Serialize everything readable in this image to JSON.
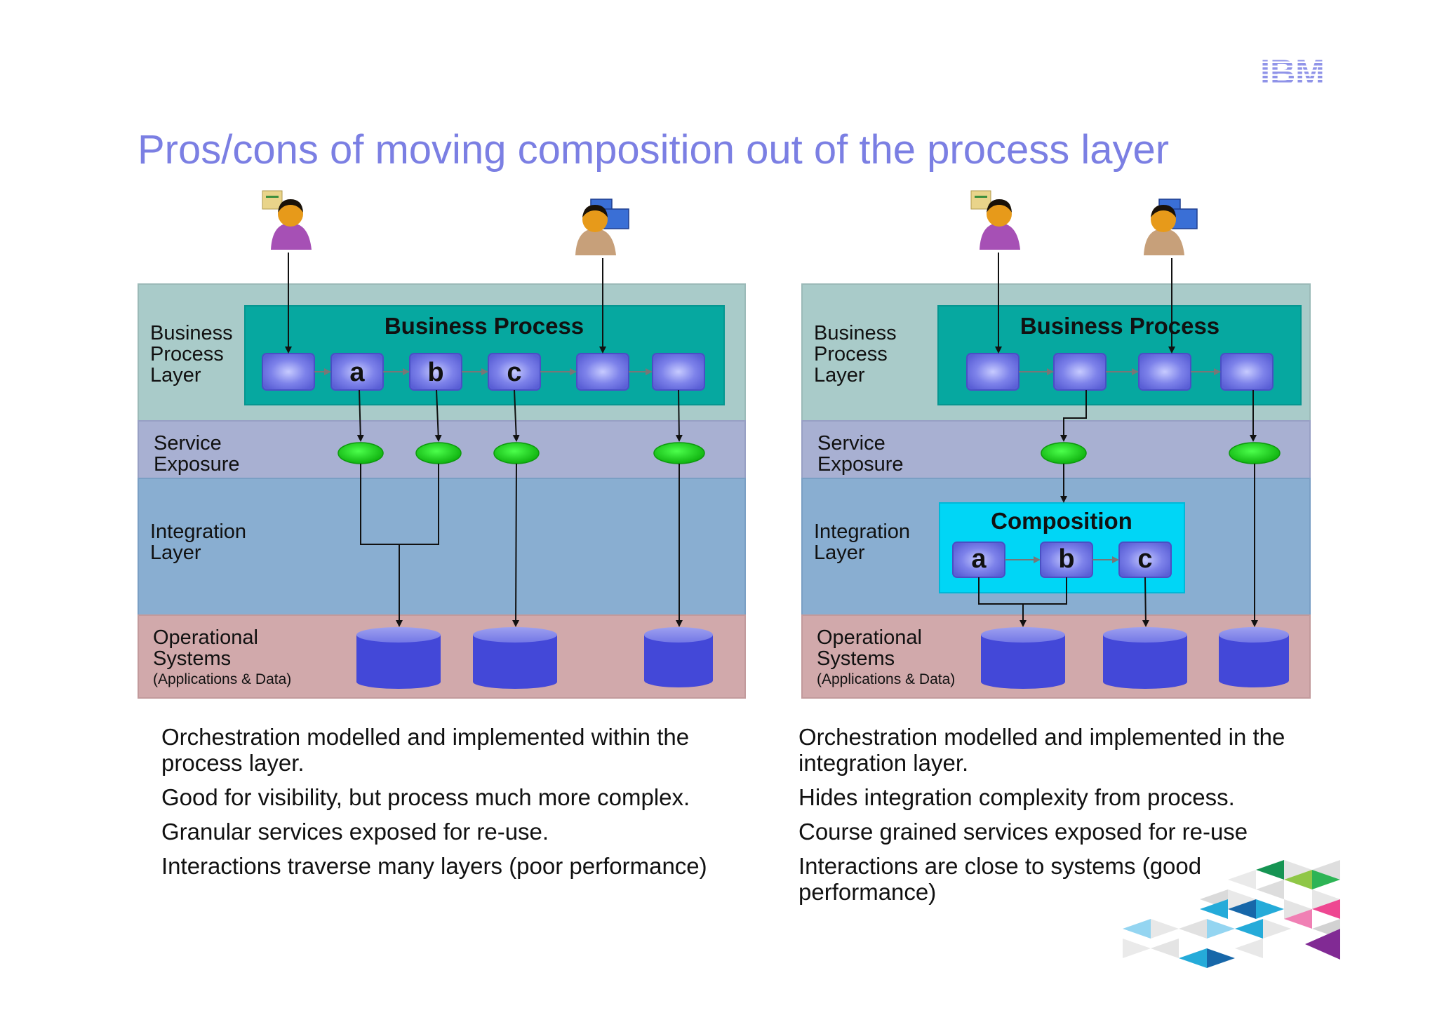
{
  "slide": {
    "title": "Pros/cons of moving composition out of the process layer",
    "logo_text": "IBM"
  },
  "left": {
    "layers": {
      "process": [
        "Business",
        "Process",
        "Layer"
      ],
      "service": [
        "Service",
        "Exposure"
      ],
      "integration": [
        "Integration",
        "Layer"
      ],
      "operational": [
        "Operational",
        "Systems"
      ],
      "operational_sub": "(Applications & Data)"
    },
    "process_box_title": "Business Process",
    "nodes": [
      "a",
      "b",
      "c"
    ],
    "bullets": [
      "Orchestration modelled and implemented within the process layer.",
      "Good for visibility, but process much more complex.",
      "Granular services exposed for re-use.",
      "Interactions traverse many layers (poor performance)"
    ]
  },
  "right": {
    "layers": {
      "process": [
        "Business",
        "Process",
        "Layer"
      ],
      "service": [
        "Service",
        "Exposure"
      ],
      "integration": [
        "Integration",
        "Layer"
      ],
      "operational": [
        "Operational",
        "Systems"
      ],
      "operational_sub": "(Applications & Data)"
    },
    "process_box_title": "Business Process",
    "composition_title": "Composition",
    "nodes": [
      "a",
      "b",
      "c"
    ],
    "bullets": [
      "Orchestration modelled and implemented in the integration layer.",
      "Hides integration complexity from process.",
      "Course grained services exposed for re-use",
      "Interactions are close to systems (good performance)"
    ]
  },
  "colors": {
    "title": "#7b7fe3",
    "process_layer": "#a9cbc9",
    "service_layer": "#a8b0d2",
    "integration_layer": "#89aed1",
    "operational_layer": "#d1a9ab",
    "process_box": "#06a8a0",
    "composition_box": "#00d6f6",
    "database": "#4348d8",
    "service_endpoint": "#15c315"
  }
}
